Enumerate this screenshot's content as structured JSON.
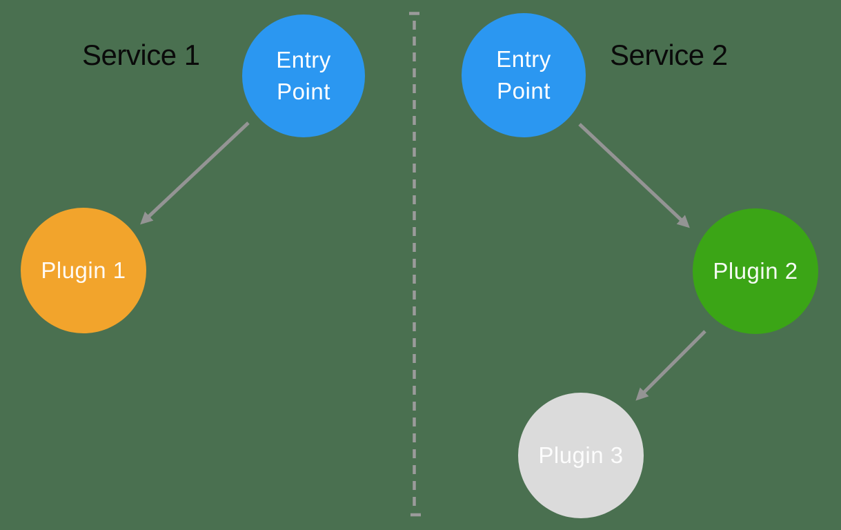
{
  "diagram": {
    "background_color": "#4A7050",
    "services": [
      {
        "label": "Service 1"
      },
      {
        "label": "Service 2"
      }
    ],
    "nodes": {
      "entry1": {
        "service": "Service 1",
        "line1": "Entry",
        "line2": "Point",
        "color": "#2B97F1",
        "text_color": "#FFFFFF"
      },
      "entry2": {
        "service": "Service 2",
        "line1": "Entry",
        "line2": "Point",
        "color": "#2B97F1",
        "text_color": "#FFFFFF"
      },
      "plugin1": {
        "service": "Service 1",
        "label": "Plugin 1",
        "color": "#F2A42C",
        "text_color": "#FFFFFF"
      },
      "plugin2": {
        "service": "Service 2",
        "label": "Plugin 2",
        "color": "#3BA516",
        "text_color": "#FFFFFF"
      },
      "plugin3": {
        "service": "Service 2",
        "label": "Plugin 3",
        "color": "#DBDBDB",
        "text_color": "#FFFFFF"
      }
    },
    "edges": [
      {
        "from": "entry1",
        "to": "plugin1"
      },
      {
        "from": "entry2",
        "to": "plugin2"
      },
      {
        "from": "plugin2",
        "to": "plugin3"
      }
    ],
    "divider": {
      "style": "dashed",
      "orientation": "vertical",
      "color": "#9B9B9B"
    },
    "arrow_color": "#949494"
  }
}
